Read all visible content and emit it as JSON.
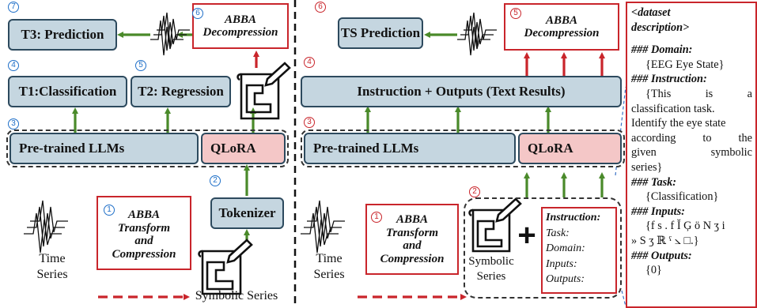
{
  "left_panel": {
    "t3_label": "T3: Prediction",
    "decompression_label_1": "ABBA",
    "decompression_label_2": "Decompression",
    "t1_label": "T1:Classification",
    "t2_label": "T2: Regression",
    "pretrained_label": "Pre-trained LLMs",
    "qlora_label": "QLoRA",
    "tokenizer_label": "Tokenizer",
    "abba_lines": [
      "ABBA",
      "Transform",
      "and",
      "Compression"
    ],
    "time_series_lines": [
      "Time",
      "Series"
    ],
    "symbolic_series_label": "Symbolic Series",
    "steps": [
      "1",
      "2",
      "3",
      "4",
      "5",
      "6",
      "7"
    ]
  },
  "right_panel": {
    "ts_prediction_label": "TS Prediction",
    "decompression_label_1": "ABBA",
    "decompression_label_2": "Decompression",
    "instruction_outputs_label": "Instruction + Outputs (Text Results)",
    "pretrained_label": "Pre-trained LLMs",
    "qlora_label": "QLoRA",
    "abba_lines": [
      "ABBA",
      "Transform",
      "and",
      "Compression"
    ],
    "time_series_lines": [
      "Time",
      "Series"
    ],
    "symbolic_series_lines": [
      "Symbolic",
      "Series"
    ],
    "plus": "+",
    "instruction_card": {
      "title": "Instruction:",
      "fields": [
        "Task:",
        "Domain:",
        "Inputs:",
        "Outputs:"
      ]
    },
    "steps": [
      "1",
      "2",
      "3",
      "4",
      "5",
      "6"
    ]
  },
  "dataset_description": {
    "header_1": "<dataset",
    "header_2": "description>",
    "domain_heading": "### Domain:",
    "domain_value": "{EEG Eye State}",
    "instruction_heading": "### Instruction:",
    "instruction_lines": [
      "{This is a",
      "classification task.",
      "Identify the eye state",
      "according to the",
      "given symbolic",
      "series}"
    ],
    "task_heading": "### Task:",
    "task_value": "{Classification}",
    "inputs_heading": "### Inputs:",
    "inputs_line_1": "{f s . f Ĭ Ģ ö N ʒ i",
    "inputs_line_2": "» S ʒ ℝ ˤ ⦣ □.}",
    "outputs_heading": "### Outputs:",
    "outputs_value": "{0}"
  },
  "colors": {
    "box_fill": "#c5d6e0",
    "box_border": "#2d4a5e",
    "qlora_fill": "#f4c7c7",
    "accent_red": "#c9252b",
    "arrow_green": "#4a8a2a",
    "step_blue": "#1f6fc8"
  },
  "icons": [
    "waveform-icon",
    "snowflake-icon",
    "flame-icon",
    "blueprint-pencil-icon"
  ]
}
